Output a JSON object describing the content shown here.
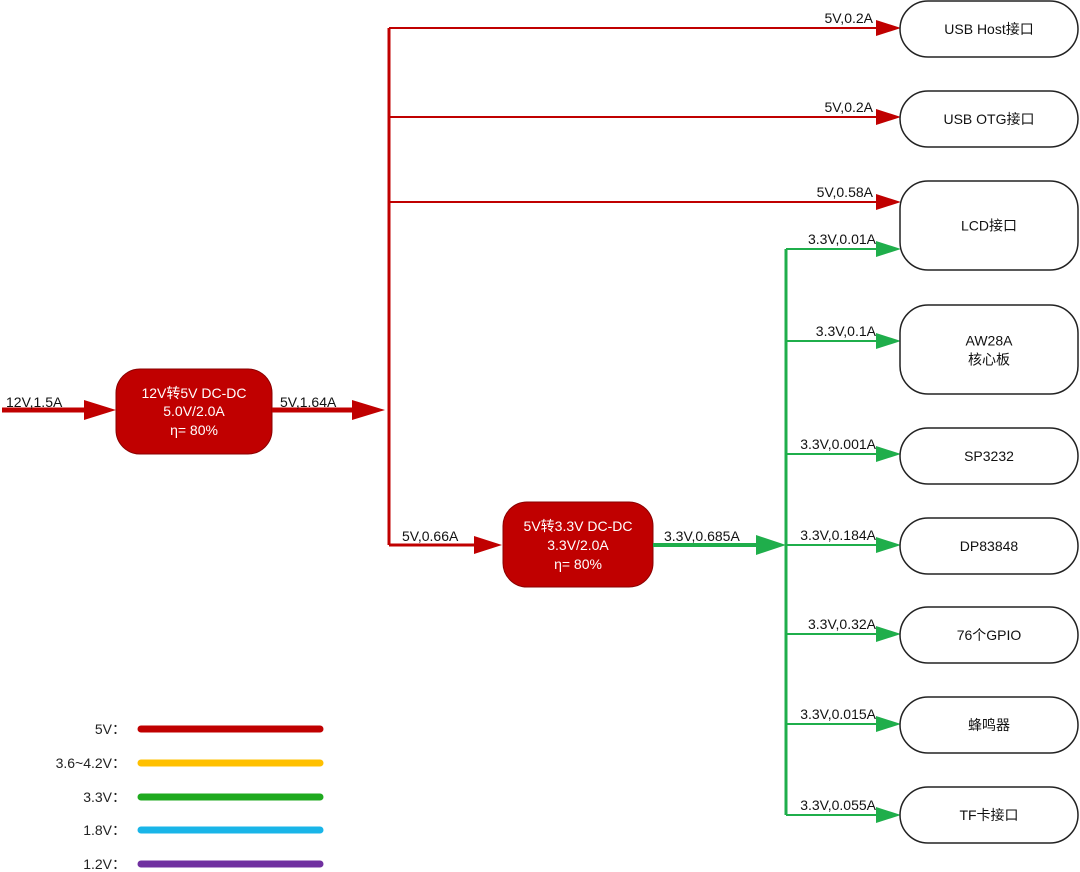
{
  "colors": {
    "v5": "#c00000",
    "v33": "#1fae4b",
    "legend_5v": "#c00000",
    "legend_36_42v": "#ffc000",
    "legend_33v": "#1faa1f",
    "legend_18v": "#19b5e8",
    "legend_12v": "#7030a0"
  },
  "input": {
    "label": "12V,1.5A"
  },
  "converter1": {
    "line1": "12V转5V DC-DC",
    "line2": "5.0V/2.0A",
    "line3": "η= 80%",
    "output_label": "5V,1.64A"
  },
  "converter2": {
    "input_label": "5V,0.66A",
    "line1": "5V转3.3V DC-DC",
    "line2": "3.3V/2.0A",
    "line3": "η= 80%",
    "output_label": "3.3V,0.685A"
  },
  "loads_5v": [
    {
      "name": "USB Host接口",
      "label": "5V,0.2A"
    },
    {
      "name": "USB OTG接口",
      "label": "5V,0.2A"
    },
    {
      "name": "LCD接口",
      "label": "5V,0.58A"
    }
  ],
  "loads_33v": [
    {
      "name": "LCD接口",
      "label": "3.3V,0.01A"
    },
    {
      "name_line1": "AW28A",
      "name_line2": "核心板",
      "label": "3.3V,0.1A"
    },
    {
      "name": "SP3232",
      "label": "3.3V,0.001A"
    },
    {
      "name": "DP83848",
      "label": "3.3V,0.184A"
    },
    {
      "name": "76个GPIO",
      "label": "3.3V,0.32A"
    },
    {
      "name": "蜂鸣器",
      "label": "3.3V,0.015A"
    },
    {
      "name": "TF卡接口",
      "label": "3.3V,0.055A"
    }
  ],
  "legend": [
    {
      "label": "5V：",
      "color": "#c00000"
    },
    {
      "label": "3.6~4.2V：",
      "color": "#ffc000"
    },
    {
      "label": "3.3V：",
      "color": "#1faa1f"
    },
    {
      "label": "1.8V：",
      "color": "#19b5e8"
    },
    {
      "label": "1.2V：",
      "color": "#7030a0"
    }
  ]
}
